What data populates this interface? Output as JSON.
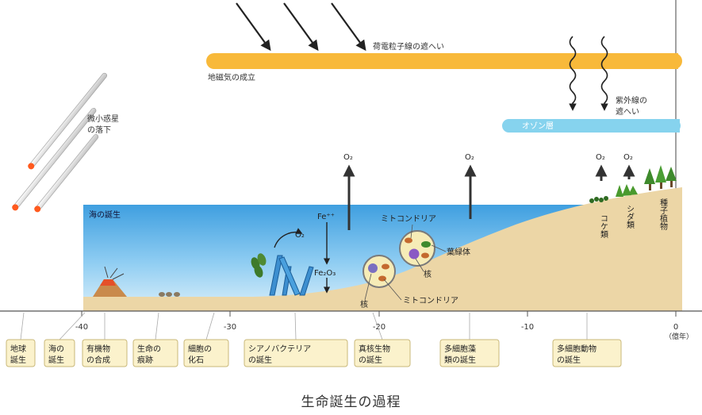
{
  "caption": "生命誕生の過程",
  "labels": {
    "charged_particle": "荷電粒子線の遮へい",
    "magnetic_field": "地磁気の成立",
    "meteor_line1": "微小惑星",
    "meteor_line2": "の落下",
    "uv_line1": "紫外線の",
    "uv_line2": "遮へい",
    "ozone": "オゾン層",
    "ocean": "海の誕生",
    "iron_ion": "Fe⁺⁺",
    "o2_small": "O₂",
    "iron_oxide": "Fe₂O₃",
    "mito_top": "ミトコンドリア",
    "chloroplast": "葉緑体",
    "nucleus_right": "核",
    "nucleus_left": "核",
    "mito_bottom": "ミトコンドリア",
    "o2_arrow": "O₂",
    "moss": "コケ類",
    "fern": "シダ類",
    "seed_plant": "種子植物"
  },
  "axis": {
    "ticks": [
      "-40",
      "-30",
      "-20",
      "-10",
      "0"
    ],
    "unit": "（億年）"
  },
  "events": [
    {
      "line1": "地球",
      "line2": "誕生"
    },
    {
      "line1": "海の",
      "line2": "誕生"
    },
    {
      "line1": "有機物",
      "line2": "の合成"
    },
    {
      "line1": "生命の",
      "line2": "痕跡"
    },
    {
      "line1": "細胞の",
      "line2": "化石"
    },
    {
      "line1": "シアノバクテリア",
      "line2": "の誕生"
    },
    {
      "line1": "真核生物",
      "line2": "の誕生"
    },
    {
      "line1": "多細胞藻",
      "line2": "類の誕生"
    },
    {
      "line1": "多細胞動物",
      "line2": "の誕生"
    }
  ],
  "colors": {
    "sea": "#7cc4ee",
    "land": "#ecd6a6",
    "magnetic_bar": "#f8b93a",
    "ozone_bar": "#86d3ee",
    "meteor_tip": "#ff5a1e",
    "event_box": "#fbf2cc"
  }
}
